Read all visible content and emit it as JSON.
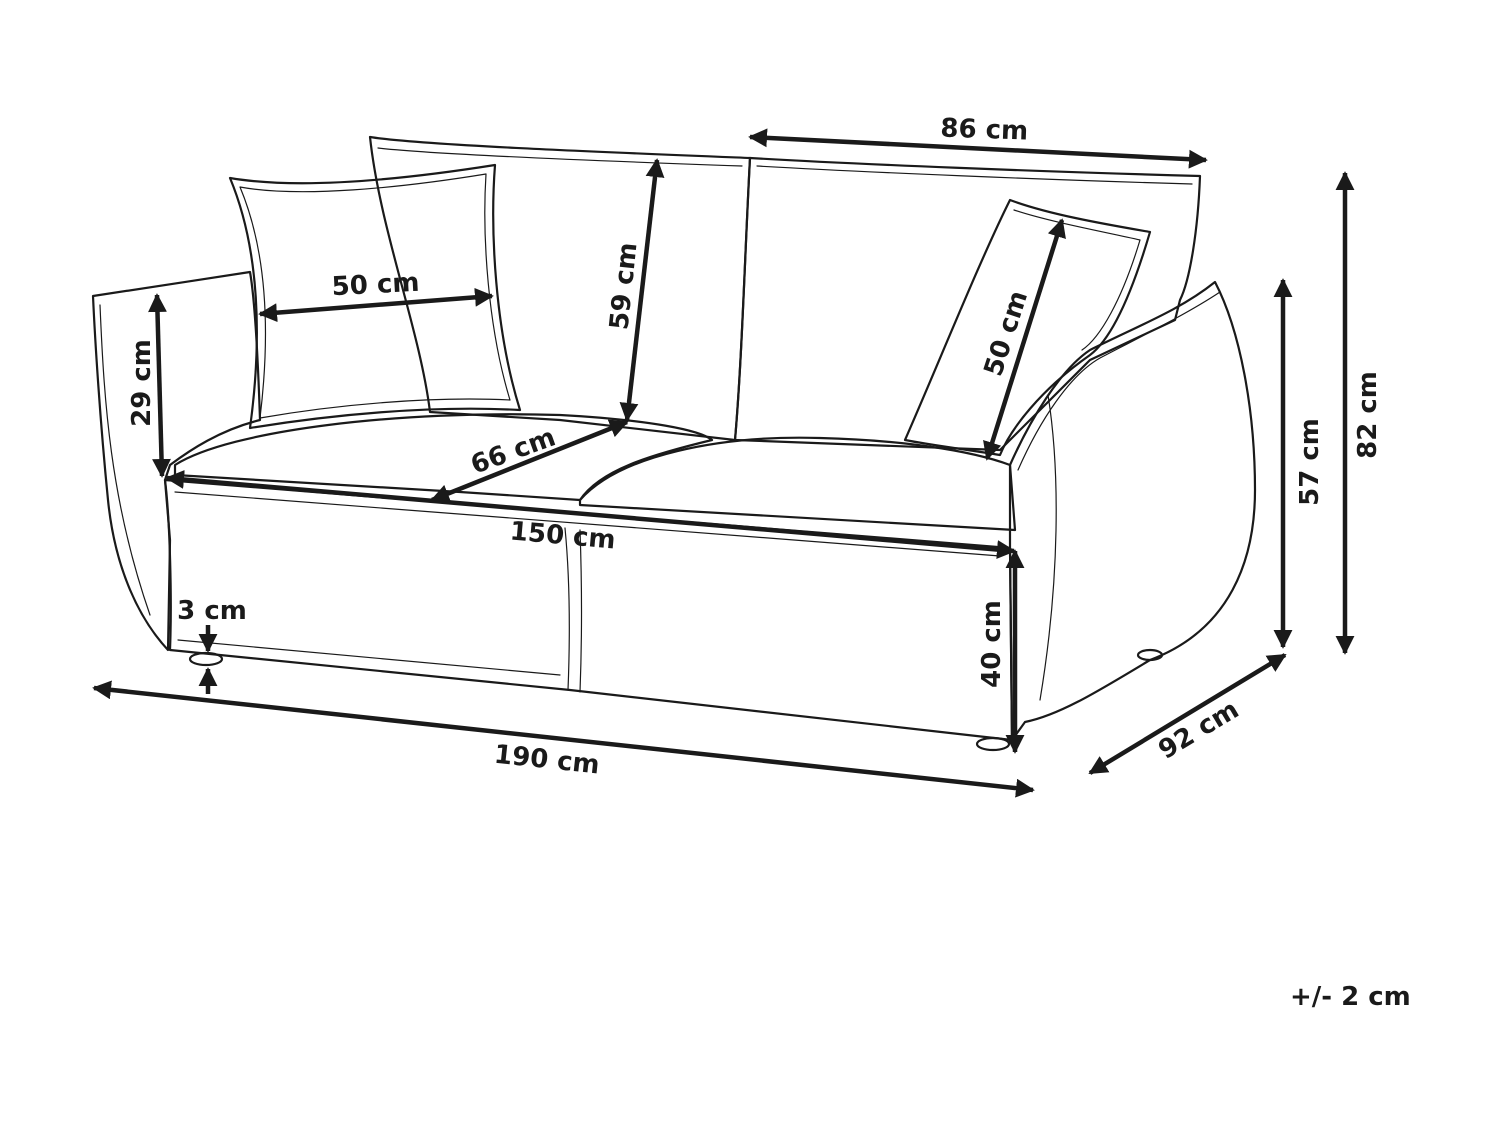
{
  "dimensions": {
    "back_cushion_width": "86 cm",
    "pillow_left_width": "50 cm",
    "pillow_right_height": "50 cm",
    "back_height": "59 cm",
    "armrest_height": "29 cm",
    "seat_depth": "66 cm",
    "seat_width": "150 cm",
    "seat_height": "40 cm",
    "leg_height": "3 cm",
    "total_width": "190 cm",
    "total_depth": "92 cm",
    "arm_total_height": "57 cm",
    "total_height": "82 cm"
  },
  "tolerance": "+/- 2 cm",
  "colors": {
    "line": "#1a1a1a",
    "background": "#ffffff"
  }
}
